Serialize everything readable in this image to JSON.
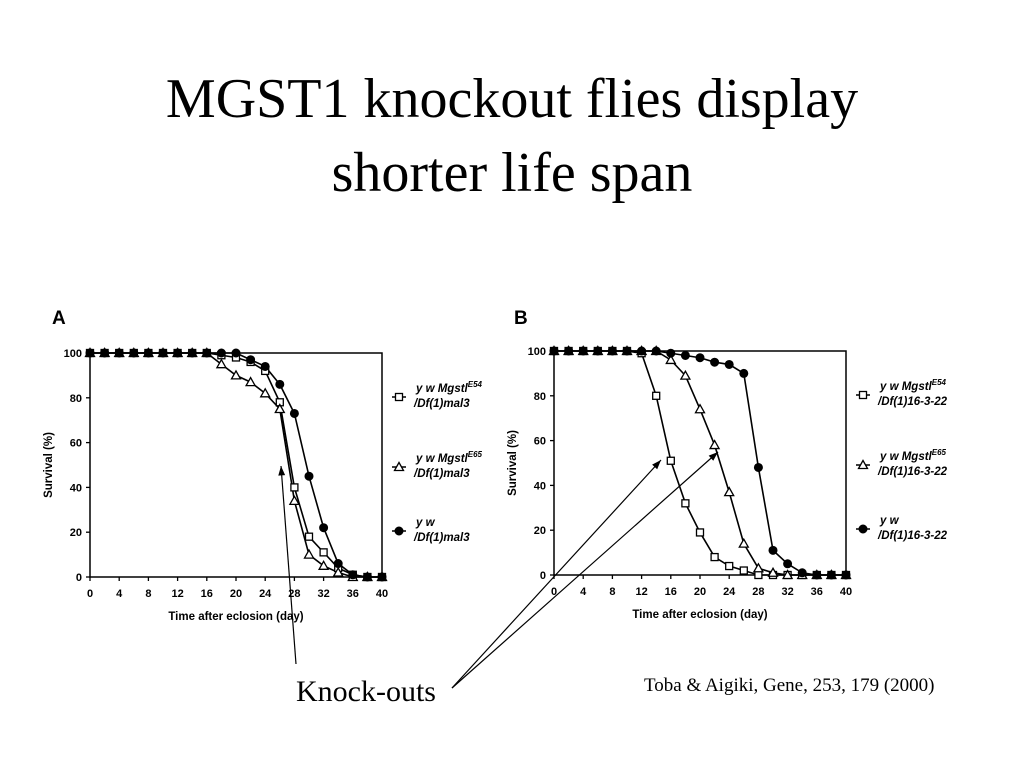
{
  "slide": {
    "title_lines": [
      "MGST1 knockout flies display",
      "shorter life span"
    ],
    "annotation": "Knock-outs",
    "citation": "Toba & Aigiki, Gene, 253, 179 (2000)"
  },
  "chart_data": [
    {
      "type": "line",
      "panel_label": "A",
      "title": "",
      "xlabel": "Time after eclosion (day)",
      "ylabel": "Survival (%)",
      "xlim": [
        0,
        40
      ],
      "ylim": [
        0,
        100
      ],
      "xticks": [
        "0",
        "4",
        "8",
        "12",
        "16",
        "20",
        "24",
        "28",
        "32",
        "36",
        "40"
      ],
      "yticks": [
        "0",
        "20",
        "40",
        "60",
        "80",
        "100"
      ],
      "grid": false,
      "legend_position": "right",
      "series": [
        {
          "legend": [
            "y  w  Mgstl",
            "/Df(1)mal3"
          ],
          "superscript": "E54",
          "marker": "square-open",
          "x": [
            0,
            2,
            4,
            6,
            8,
            10,
            12,
            14,
            16,
            18,
            20,
            22,
            24,
            26,
            28,
            30,
            32,
            34,
            36,
            38,
            40
          ],
          "y": [
            100,
            100,
            100,
            100,
            100,
            100,
            100,
            100,
            100,
            99,
            98,
            96,
            92,
            78,
            40,
            18,
            11,
            4,
            1,
            0,
            0
          ]
        },
        {
          "legend": [
            "y  w  Mgstl",
            "/Df(1)mal3"
          ],
          "superscript": "E65",
          "marker": "triangle-open",
          "x": [
            0,
            2,
            4,
            6,
            8,
            10,
            12,
            14,
            16,
            18,
            20,
            22,
            24,
            26,
            28,
            30,
            32,
            34,
            36,
            38,
            40
          ],
          "y": [
            100,
            100,
            100,
            100,
            100,
            100,
            100,
            100,
            100,
            95,
            90,
            87,
            82,
            75,
            34,
            10,
            5,
            2,
            0,
            0,
            0
          ]
        },
        {
          "legend": [
            "y  w",
            "/Df(1)mal3"
          ],
          "superscript": "",
          "marker": "circle-filled",
          "x": [
            0,
            2,
            4,
            6,
            8,
            10,
            12,
            14,
            16,
            18,
            20,
            22,
            24,
            26,
            28,
            30,
            32,
            34,
            36,
            38,
            40
          ],
          "y": [
            100,
            100,
            100,
            100,
            100,
            100,
            100,
            100,
            100,
            100,
            100,
            97,
            94,
            86,
            73,
            45,
            22,
            6,
            1,
            0,
            0
          ]
        }
      ]
    },
    {
      "type": "line",
      "panel_label": "B",
      "title": "",
      "xlabel": "Time after eclosion (day)",
      "ylabel": "Survival (%)",
      "xlim": [
        0,
        40
      ],
      "ylim": [
        0,
        100
      ],
      "xticks": [
        "0",
        "4",
        "8",
        "12",
        "16",
        "20",
        "24",
        "28",
        "32",
        "36",
        "40"
      ],
      "yticks": [
        "0",
        "20",
        "40",
        "60",
        "80",
        "100"
      ],
      "grid": false,
      "legend_position": "right",
      "series": [
        {
          "legend": [
            "y  w  Mgstl",
            "/Df(1)16-3-22"
          ],
          "superscript": "E54",
          "marker": "square-open",
          "x": [
            0,
            2,
            4,
            6,
            8,
            10,
            12,
            14,
            16,
            18,
            20,
            22,
            24,
            26,
            28,
            30,
            32,
            34,
            36,
            38,
            40
          ],
          "y": [
            100,
            100,
            100,
            100,
            100,
            100,
            99,
            80,
            51,
            32,
            19,
            8,
            4,
            2,
            0,
            0,
            0,
            0,
            0,
            0,
            0
          ]
        },
        {
          "legend": [
            "y  w  Mgstl",
            "/Df(1)16-3-22"
          ],
          "superscript": "E65",
          "marker": "triangle-open",
          "x": [
            0,
            2,
            4,
            6,
            8,
            10,
            12,
            14,
            16,
            18,
            20,
            22,
            24,
            26,
            28,
            30,
            32,
            34,
            36,
            38,
            40
          ],
          "y": [
            100,
            100,
            100,
            100,
            100,
            100,
            100,
            100,
            96,
            89,
            74,
            58,
            37,
            14,
            3,
            1,
            0,
            0,
            0,
            0,
            0
          ]
        },
        {
          "legend": [
            "y  w",
            "/Df(1)16-3-22"
          ],
          "superscript": "",
          "marker": "circle-filled",
          "x": [
            0,
            2,
            4,
            6,
            8,
            10,
            12,
            14,
            16,
            18,
            20,
            22,
            24,
            26,
            28,
            30,
            32,
            34,
            36,
            38,
            40
          ],
          "y": [
            100,
            100,
            100,
            100,
            100,
            100,
            100,
            100,
            99,
            98,
            97,
            95,
            94,
            90,
            48,
            11,
            5,
            1,
            0,
            0,
            0
          ]
        }
      ]
    }
  ]
}
